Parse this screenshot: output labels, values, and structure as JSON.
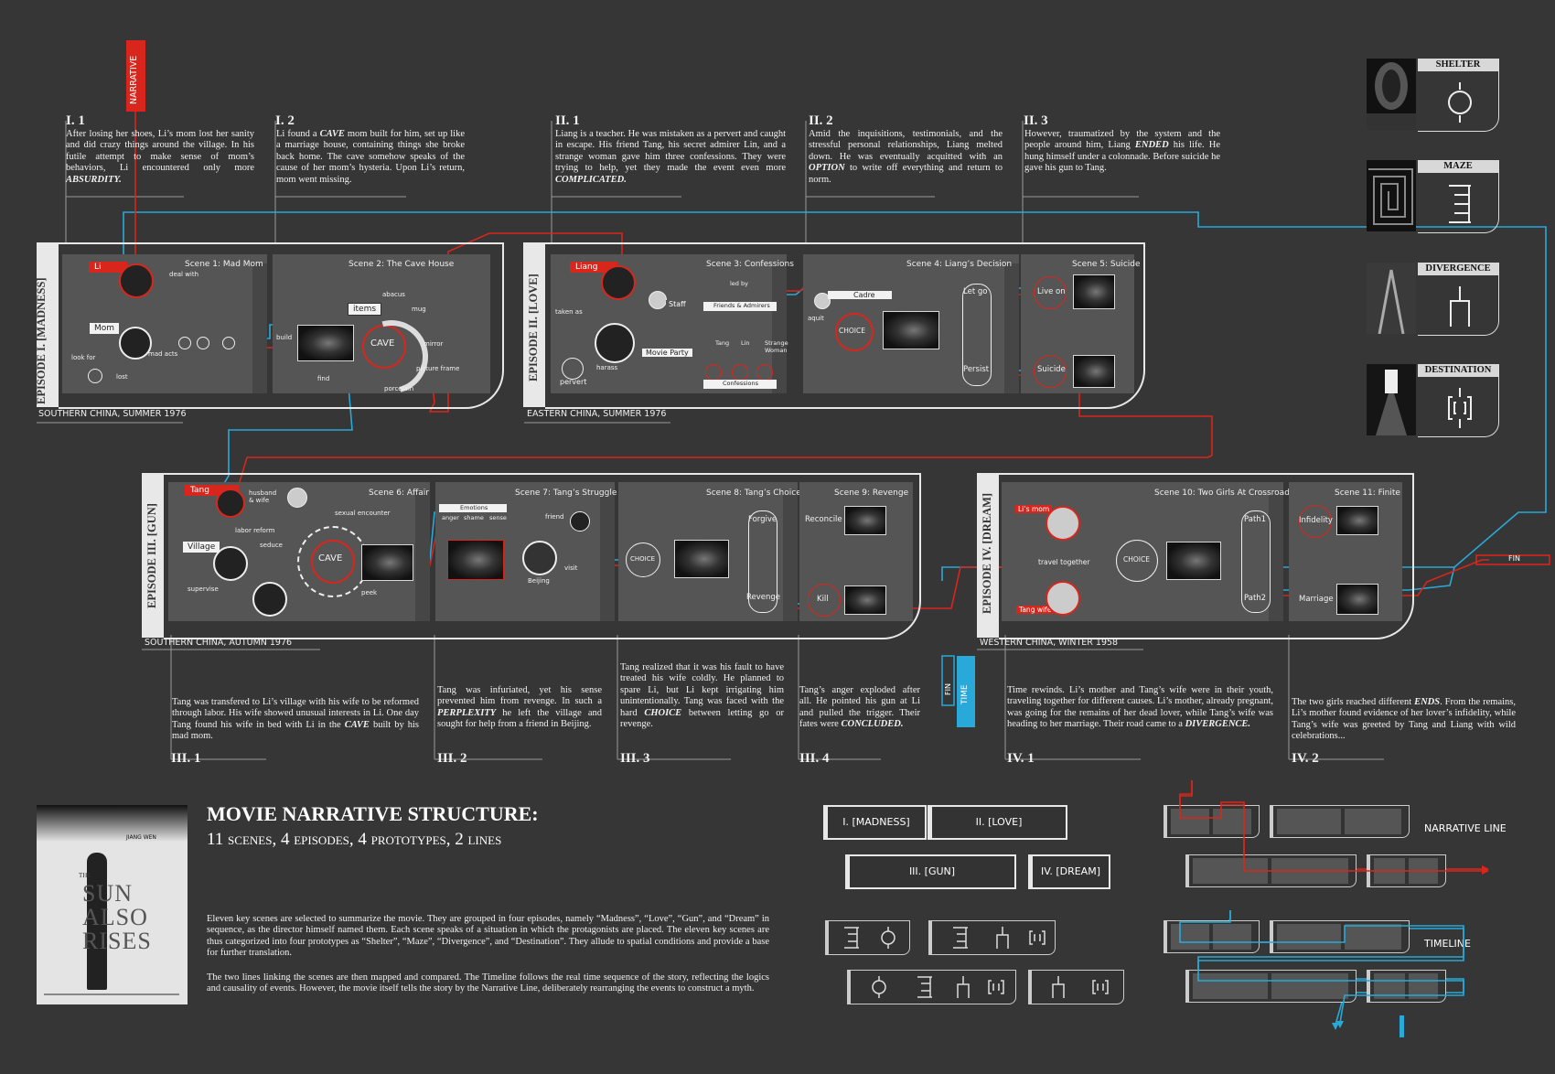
{
  "narrative_label": "NARRATIVE",
  "sections": {
    "s_I1": {
      "num": "I. 1",
      "text": "After losing her shoes, Li’s mom lost her sanity and did crazy things around the village. In his futile attempt to make sense of mom’s behaviors, Li encountered only more ",
      "kw": "ABSURDITY."
    },
    "s_I2": {
      "num": "I. 2",
      "pre": "Li found a ",
      "kw": "CAVE",
      "post": " mom built for him, set up like a marriage house, containing things she broke back home. The cave somehow speaks of the cause of her mom’s hysteria. Upon Li’s return, mom went missing."
    },
    "s_II1": {
      "num": "II. 1",
      "text": "Liang is a teacher. He was mistaken as a pervert and caught in escape. His friend Tang, his secret admirer Lin, and a strange woman gave him three confessions. They were trying to help, yet they made the event even more ",
      "kw": "COMPLICATED."
    },
    "s_II2": {
      "num": "II. 2",
      "pre": "Amid the inquisitions, testimonials, and the stressful personal relationships, Liang melted down. He was eventually acquitted with an ",
      "kw": "OPTION",
      "post": " to write off everything and return to norm."
    },
    "s_II3": {
      "num": "II. 3",
      "pre": "However, traumatized by the system and the people around him, Liang ",
      "kw": "ENDED",
      "post": " his life. He hung himself under a colonnade. Before suicide he gave his gun to Tang."
    },
    "s_III1": {
      "num": "III. 1",
      "pre": "Tang was transfered to Li’s village with his wife to be reformed through labor. His wife showed unusual interests in Li. One day Tang found his wife in bed with Li in the ",
      "kw": "CAVE",
      "post": " built by his mad mom."
    },
    "s_III2": {
      "num": "III. 2",
      "pre": "Tang was infuriated, yet his sense prevented him from revenge. In such a ",
      "kw": "PERPLEXITY",
      "post": " he left the village and sought for help from a friend in Beijing."
    },
    "s_III3": {
      "num": "III. 3",
      "pre": "Tang realized that it was his fault to have treated his wife coldly. He planned to spare Li, but Li kept irrigating him unintentionally. Tang was faced with the hard ",
      "kw": "CHOICE",
      "post": " between letting go or revenge."
    },
    "s_III4": {
      "num": "III. 4",
      "pre": "Tang’s anger exploded after all. He pointed his gun at Li and pulled the trigger. Their fates were ",
      "kw": "CONCLUDED."
    },
    "s_IV1": {
      "num": "IV. 1",
      "pre": "Time rewinds. Li’s mother and Tang’s wife were in their youth, traveling together for different causes. Li’s mother, already pregnant, was going for the remains of her dead lover, while Tang’s wife was heading to her marriage. Their road came to a ",
      "kw": "DIVERGENCE."
    },
    "s_IV2": {
      "num": "IV. 2",
      "pre": "The two girls reached different ",
      "kw": "ENDS",
      "post": ". From the remains, Li’s mother found evidence of her lover’s infidelity, while Tang’s wife was greeted by Tang and Liang with wild celebrations..."
    }
  },
  "episodes": {
    "ep1": {
      "title": "EPISODE I. [MADNESS]",
      "location": "SOUTHERN CHINA, SUMMER 1976"
    },
    "ep2": {
      "title": "EPISODE II. [LOVE]",
      "location": "EASTERN CHINA, SUMMER 1976"
    },
    "ep3": {
      "title": "EPISODE III. [GUN]",
      "location": "SOUTHERN CHINA, AUTUMN 1976"
    },
    "ep4": {
      "title": "EPISODE IV. [DREAM]",
      "location": "WESTERN CHINA, WINTER 1958"
    }
  },
  "scenes": {
    "sc1": "Scene 1: Mad Mom",
    "sc2": "Scene 2: The Cave House",
    "sc3": "Scene 3:  Confessions",
    "sc4": "Scene 4:  Liang’s Decision",
    "sc5": "Scene 5:  Suicide",
    "sc6": "Scene 6: Affair",
    "sc7": "Scene 7: Tang’s Struggle",
    "sc8": "Scene 8: Tang’s Choice",
    "sc9": "Scene 9: Revenge",
    "sc10": "Scene 10: Two Girls At Crossroad",
    "sc11": "Scene 11: Finite"
  },
  "nodes": {
    "li": "Li",
    "mom": "Mom",
    "deal_with": "deal with",
    "mad_acts": "mad acts",
    "look_for": "look for",
    "lost": "lost",
    "build": "build",
    "find": "find",
    "items": "items",
    "cave": "CAVE",
    "abacus": "abacus",
    "mug": "mug",
    "mirror": "mirror",
    "picture_frame": "picture frame",
    "porcelain": "porcelain",
    "liang": "Liang",
    "taken_as": "taken as",
    "pervert": "pervert",
    "harass": "harass",
    "staff": "Staff",
    "movie_party": "Movie Party",
    "led_by": "led by",
    "friends_admirers": "Friends & Admirers",
    "tang_small": "Tang",
    "lin": "Lin",
    "strange_woman": "Strange Woman",
    "confessions": "Confessions",
    "cadre": "Cadre",
    "aquit": "aquit",
    "choice": "CHOICE",
    "let_go": "Let go",
    "persist": "Persist",
    "live_on": "Live on",
    "suicide": "Suicide",
    "tang": "Tang",
    "husband_wife": "husband & wife",
    "sexual_encounter": "sexual encounter",
    "labor_reform": "labor reform",
    "village": "Village",
    "seduce": "seduce",
    "supervise": "supervise",
    "peek": "peek",
    "emotions": "Emotions",
    "anger": "anger",
    "shame": "shame",
    "sense": "sense",
    "friend": "friend",
    "beijing": "Beijing",
    "visit": "visit",
    "forgive": "Forgive",
    "revenge": "Revenge",
    "reconcile": "Reconcile",
    "kill": "Kill",
    "lis_mom": "Li’s mom",
    "tang_wife": "Tang wife",
    "travel_together": "travel together",
    "path1": "Path1",
    "path2": "Path2",
    "infidelity": "Infidelity",
    "marriage": "Marriage",
    "fin": "FIN",
    "time": "TIME"
  },
  "prototypes": [
    {
      "name": "SHELTER",
      "icon": "shelter-icon"
    },
    {
      "name": "MAZE",
      "icon": "maze-icon"
    },
    {
      "name": "DIVERGENCE",
      "icon": "divergence-icon"
    },
    {
      "name": "DESTINATION",
      "icon": "destination-icon"
    }
  ],
  "poster": {
    "director": "JIANG WEN",
    "title_small": "THE",
    "title_big": "SUN ALSO RISES"
  },
  "summary": {
    "title": "MOVIE NARRATIVE STRUCTURE:",
    "subtitle": "11 scenes, 4 episodes, 4 prototypes, 2 lines",
    "p1": "Eleven key scenes are selected to summarize the movie. They are grouped in four episodes, namely “Madness”, “Love”, “Gun”, and “Dream” in sequence, as the director himself named them. Each scene speaks of a situation in which the protagonists are placed. The eleven key scenes are thus categorized into four prototypes as “Shelter”, “Maze”, “Divergence”, and “Destination”. They allude to spatial conditions and provide a base for further translation.",
    "p2": "The two lines linking the scenes are then mapped and compared.  The Timeline follows the real time sequence of the story, reflecting the logics and causality of events. However, the movie itself tells the story by the Narrative Line, deliberately rearranging the events to construct a myth."
  },
  "legend": {
    "ep1": "I. [MADNESS]",
    "ep2": "II. [LOVE]",
    "ep3": "III. [GUN]",
    "ep4": "IV. [DREAM]",
    "narrative_line": "NARRATIVE LINE",
    "timeline": "TIMELINE"
  },
  "colors": {
    "narrative": "#d9261c",
    "timeline": "#29a9d9",
    "background": "#363636"
  }
}
